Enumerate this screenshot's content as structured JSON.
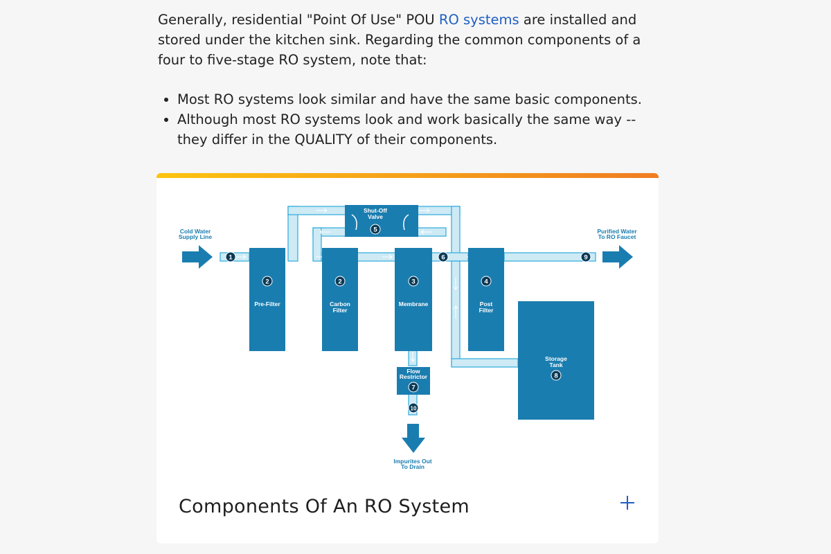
{
  "intro": {
    "paragraph_before_link": "Generally, residential \"Point Of Use\" POU ",
    "link_text": "RO systems",
    "paragraph_after_link": " are installed and stored under the kitchen sink. Regarding the common components of a four to five-stage RO system, note that:",
    "bullets": [
      "Most RO systems look similar and have the same basic components.",
      "Although most RO systems look and work basically the same way --they differ in the QUALITY of their components."
    ]
  },
  "card": {
    "accent_gradient": [
      "#fcc40f",
      "#f07d22"
    ],
    "title": "Components Of An RO System",
    "expand_icon": "plus-icon"
  },
  "diagram": {
    "colors": {
      "unit": "#1a7db0",
      "pipe_fill": "#cdeaf5",
      "pipe_stroke": "#3ab0dd",
      "arrow": "#1a7db0"
    },
    "inlet_label": [
      "Cold Water",
      "Supply Line"
    ],
    "outlet_label": [
      "Purified Water",
      "To RO Faucet"
    ],
    "drain_label": [
      "Impurites Out",
      "To Drain"
    ],
    "components": {
      "shutoff": {
        "label": [
          "Shut-Off",
          "Valve"
        ],
        "num": "5"
      },
      "prefilter": {
        "label": [
          "Pre-Filter"
        ],
        "num": "2"
      },
      "carbon": {
        "label": [
          "Carbon",
          "Filter"
        ],
        "num": "2"
      },
      "membrane": {
        "label": [
          "Membrane"
        ],
        "num": "3"
      },
      "postfilter": {
        "label": [
          "Post",
          "Filter"
        ],
        "num": "4"
      },
      "storage": {
        "label": [
          "Storage",
          "Tank"
        ],
        "num": "8"
      },
      "restrictor": {
        "label": [
          "Flow",
          "Restrictor"
        ],
        "num": "7"
      }
    },
    "markers": {
      "inlet": "1",
      "junction": "6",
      "outlet": "9",
      "drain": "10"
    }
  }
}
